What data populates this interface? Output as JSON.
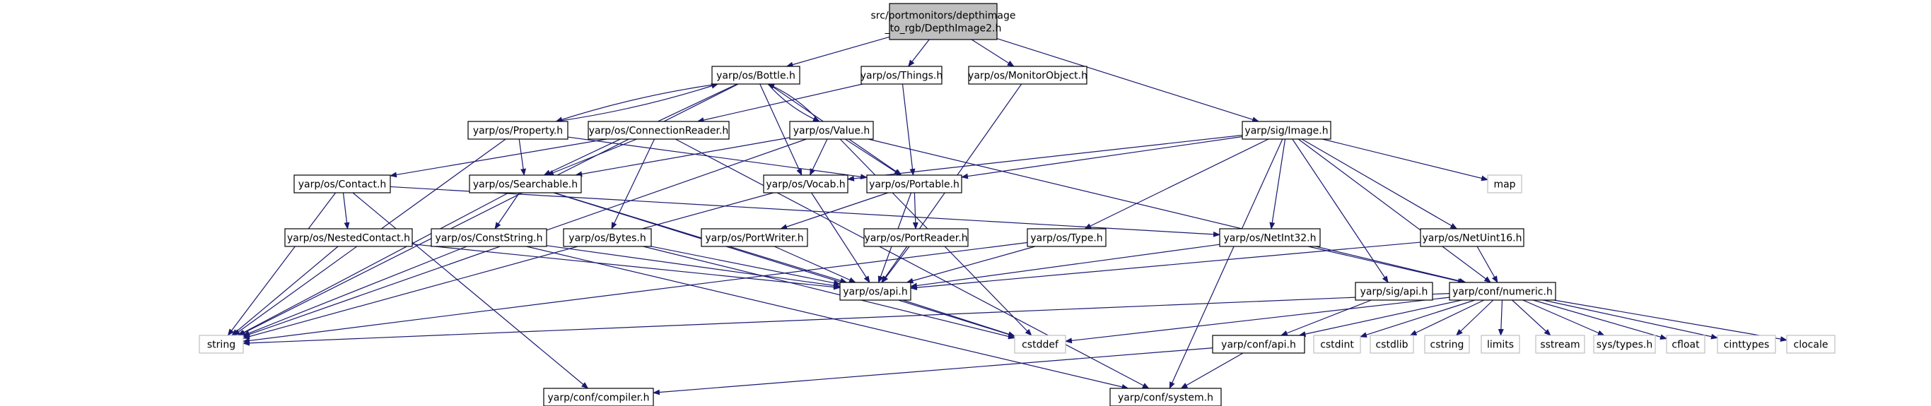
{
  "colors": {
    "edge": "#191970",
    "root_fill": "#bfbfbf",
    "node_border": "#000000",
    "system_border": "#bfbfbf"
  },
  "nodes": {
    "root": {
      "lines": [
        "src/portmonitors/depthimage",
        "_to_rgb/DepthImage2.h"
      ],
      "kind": "root"
    },
    "bottle": {
      "lines": [
        "yarp/os/Bottle.h"
      ],
      "kind": "header"
    },
    "things": {
      "lines": [
        "yarp/os/Things.h"
      ],
      "kind": "header"
    },
    "monitorobject": {
      "lines": [
        "yarp/os/MonitorObject.h"
      ],
      "kind": "header"
    },
    "image": {
      "lines": [
        "yarp/sig/Image.h"
      ],
      "kind": "header"
    },
    "property": {
      "lines": [
        "yarp/os/Property.h"
      ],
      "kind": "header"
    },
    "connectionreader": {
      "lines": [
        "yarp/os/ConnectionReader.h"
      ],
      "kind": "header"
    },
    "value": {
      "lines": [
        "yarp/os/Value.h"
      ],
      "kind": "header"
    },
    "contact": {
      "lines": [
        "yarp/os/Contact.h"
      ],
      "kind": "header"
    },
    "searchable": {
      "lines": [
        "yarp/os/Searchable.h"
      ],
      "kind": "header"
    },
    "vocab": {
      "lines": [
        "yarp/os/Vocab.h"
      ],
      "kind": "header"
    },
    "portable": {
      "lines": [
        "yarp/os/Portable.h"
      ],
      "kind": "header"
    },
    "map": {
      "lines": [
        "map"
      ],
      "kind": "system"
    },
    "nestedcontact": {
      "lines": [
        "yarp/os/NestedContact.h"
      ],
      "kind": "header"
    },
    "conststring": {
      "lines": [
        "yarp/os/ConstString.h"
      ],
      "kind": "header"
    },
    "bytes": {
      "lines": [
        "yarp/os/Bytes.h"
      ],
      "kind": "header"
    },
    "portwriter": {
      "lines": [
        "yarp/os/PortWriter.h"
      ],
      "kind": "header"
    },
    "portreader": {
      "lines": [
        "yarp/os/PortReader.h"
      ],
      "kind": "header"
    },
    "type": {
      "lines": [
        "yarp/os/Type.h"
      ],
      "kind": "header"
    },
    "netint32": {
      "lines": [
        "yarp/os/NetInt32.h"
      ],
      "kind": "header"
    },
    "netuint16": {
      "lines": [
        "yarp/os/NetUint16.h"
      ],
      "kind": "header"
    },
    "osapi": {
      "lines": [
        "yarp/os/api.h"
      ],
      "kind": "header"
    },
    "sigapi": {
      "lines": [
        "yarp/sig/api.h"
      ],
      "kind": "header"
    },
    "numeric": {
      "lines": [
        "yarp/conf/numeric.h"
      ],
      "kind": "header"
    },
    "string": {
      "lines": [
        "string"
      ],
      "kind": "system"
    },
    "cstddef": {
      "lines": [
        "cstddef"
      ],
      "kind": "system"
    },
    "confapi": {
      "lines": [
        "yarp/conf/api.h"
      ],
      "kind": "header"
    },
    "cstdint": {
      "lines": [
        "cstdint"
      ],
      "kind": "system"
    },
    "cstdlib": {
      "lines": [
        "cstdlib"
      ],
      "kind": "system"
    },
    "cstring": {
      "lines": [
        "cstring"
      ],
      "kind": "system"
    },
    "limits": {
      "lines": [
        "limits"
      ],
      "kind": "system"
    },
    "sstream": {
      "lines": [
        "sstream"
      ],
      "kind": "system"
    },
    "systypes": {
      "lines": [
        "sys/types.h"
      ],
      "kind": "system"
    },
    "cfloat": {
      "lines": [
        "cfloat"
      ],
      "kind": "system"
    },
    "cinttypes": {
      "lines": [
        "cinttypes"
      ],
      "kind": "system"
    },
    "clocale": {
      "lines": [
        "clocale"
      ],
      "kind": "system"
    },
    "compiler": {
      "lines": [
        "yarp/conf/compiler.h"
      ],
      "kind": "header"
    },
    "system": {
      "lines": [
        "yarp/conf/system.h"
      ],
      "kind": "header"
    }
  },
  "edges": [
    [
      "root",
      "bottle"
    ],
    [
      "root",
      "things"
    ],
    [
      "root",
      "monitorobject"
    ],
    [
      "root",
      "image"
    ],
    [
      "bottle",
      "property"
    ],
    [
      "bottle",
      "value"
    ],
    [
      "bottle",
      "string"
    ],
    [
      "bottle",
      "searchable"
    ],
    [
      "bottle",
      "vocab"
    ],
    [
      "bottle",
      "portable"
    ],
    [
      "property",
      "bottle"
    ],
    [
      "property",
      "searchable"
    ],
    [
      "property",
      "portable"
    ],
    [
      "property",
      "string"
    ],
    [
      "value",
      "bottle"
    ],
    [
      "value",
      "searchable"
    ],
    [
      "value",
      "vocab"
    ],
    [
      "value",
      "portable"
    ],
    [
      "value",
      "string"
    ],
    [
      "value",
      "numeric"
    ],
    [
      "value",
      "cstddef"
    ],
    [
      "things",
      "connectionreader"
    ],
    [
      "things",
      "portable"
    ],
    [
      "monitorobject",
      "osapi"
    ],
    [
      "connectionreader",
      "contact"
    ],
    [
      "connectionreader",
      "searchable"
    ],
    [
      "connectionreader",
      "bytes"
    ],
    [
      "connectionreader",
      "system"
    ],
    [
      "contact",
      "nestedcontact"
    ],
    [
      "contact",
      "string"
    ],
    [
      "contact",
      "compiler"
    ],
    [
      "contact",
      "netint32"
    ],
    [
      "searchable",
      "conststring"
    ],
    [
      "searchable",
      "osapi"
    ],
    [
      "searchable",
      "string"
    ],
    [
      "searchable",
      "cstddef"
    ],
    [
      "nestedcontact",
      "osapi"
    ],
    [
      "nestedcontact",
      "string"
    ],
    [
      "conststring",
      "osapi"
    ],
    [
      "conststring",
      "string"
    ],
    [
      "conststring",
      "system"
    ],
    [
      "bytes",
      "osapi"
    ],
    [
      "bytes",
      "cstddef"
    ],
    [
      "vocab",
      "osapi"
    ],
    [
      "vocab",
      "string"
    ],
    [
      "portable",
      "portwriter"
    ],
    [
      "portable",
      "portreader"
    ],
    [
      "portable",
      "osapi"
    ],
    [
      "portwriter",
      "osapi"
    ],
    [
      "portreader",
      "osapi"
    ],
    [
      "image",
      "vocab"
    ],
    [
      "image",
      "portable"
    ],
    [
      "image",
      "type"
    ],
    [
      "image",
      "netint32"
    ],
    [
      "image",
      "netuint16"
    ],
    [
      "image",
      "sigapi"
    ],
    [
      "image",
      "numeric"
    ],
    [
      "image",
      "map"
    ],
    [
      "image",
      "system"
    ],
    [
      "type",
      "osapi"
    ],
    [
      "type",
      "string"
    ],
    [
      "netint32",
      "osapi"
    ],
    [
      "netint32",
      "numeric"
    ],
    [
      "netuint16",
      "osapi"
    ],
    [
      "netuint16",
      "numeric"
    ],
    [
      "osapi",
      "cstddef"
    ],
    [
      "sigapi",
      "confapi"
    ],
    [
      "numeric",
      "string"
    ],
    [
      "numeric",
      "cstddef"
    ],
    [
      "numeric",
      "confapi"
    ],
    [
      "numeric",
      "cstdint"
    ],
    [
      "numeric",
      "cstdlib"
    ],
    [
      "numeric",
      "cstring"
    ],
    [
      "numeric",
      "limits"
    ],
    [
      "numeric",
      "sstream"
    ],
    [
      "numeric",
      "systypes"
    ],
    [
      "numeric",
      "cfloat"
    ],
    [
      "numeric",
      "cinttypes"
    ],
    [
      "numeric",
      "clocale"
    ],
    [
      "confapi",
      "compiler"
    ],
    [
      "confapi",
      "system"
    ]
  ]
}
